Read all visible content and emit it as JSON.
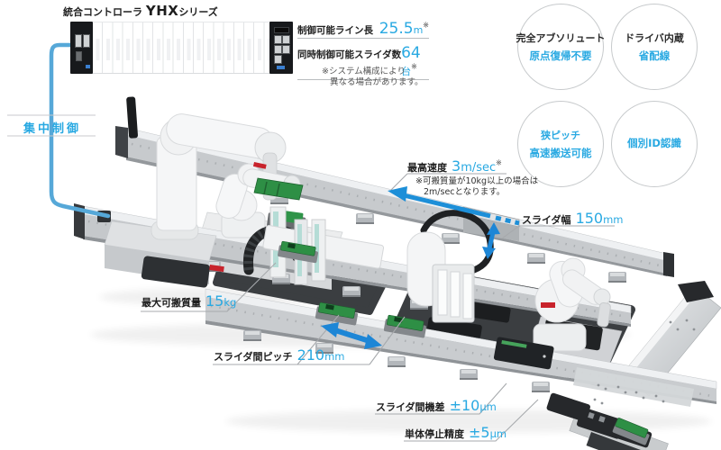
{
  "header": {
    "title": "統合コントローラ",
    "series": "YHX",
    "series_suffix": "シリーズ"
  },
  "left_banner": {
    "label": "集中制御"
  },
  "top_specs": {
    "rows": [
      {
        "label": "制御可能ライン長",
        "value": "25.5",
        "unit": "m",
        "mark": "※"
      },
      {
        "label": "同時制御可能スライダ数",
        "value": "64",
        "unit": "台",
        "mark": "※"
      }
    ],
    "note1": "※システム構成により",
    "note2": "異なる場合があります。"
  },
  "features": [
    {
      "title": "完全アブソリュート",
      "subtitle": "原点復帰不要"
    },
    {
      "title": "ドライバ内蔵",
      "subtitle": "省配線"
    },
    {
      "title": "狭ピッチ",
      "subtitle": "高速搬送可能"
    },
    {
      "title": "",
      "subtitle": "個別ID認識"
    }
  ],
  "callouts": {
    "speed": {
      "label": "最高速度",
      "value": "3",
      "unit": "m/sec",
      "mark": "※",
      "note1": "※可搬質量が10kg以上の場合は",
      "note2": "2m/secとなります。"
    },
    "slider_width": {
      "label": "スライダ幅",
      "value": "150",
      "unit": "mm"
    },
    "payload": {
      "label": "最大可搬質量",
      "value": "15",
      "unit": "kg"
    },
    "pitch": {
      "label": "スライダ間ピッチ",
      "value": "210",
      "unit": "mm"
    },
    "machine_diff": {
      "label": "スライダ間機差",
      "value": "±10",
      "unit": "μm"
    },
    "stop_accuracy": {
      "label": "単体停止精度",
      "value": "±5",
      "unit": "μm"
    }
  },
  "colors": {
    "accent_blue": "#29a9e2",
    "arrow_blue": "#1d86d6",
    "text_dark": "#222222",
    "line_gray": "#a7aaad",
    "machine_gray": "#c7cacd",
    "platform_dark": "#3b3e41",
    "pcb_green": "#2e8f45",
    "logo_red": "#c8232c"
  }
}
